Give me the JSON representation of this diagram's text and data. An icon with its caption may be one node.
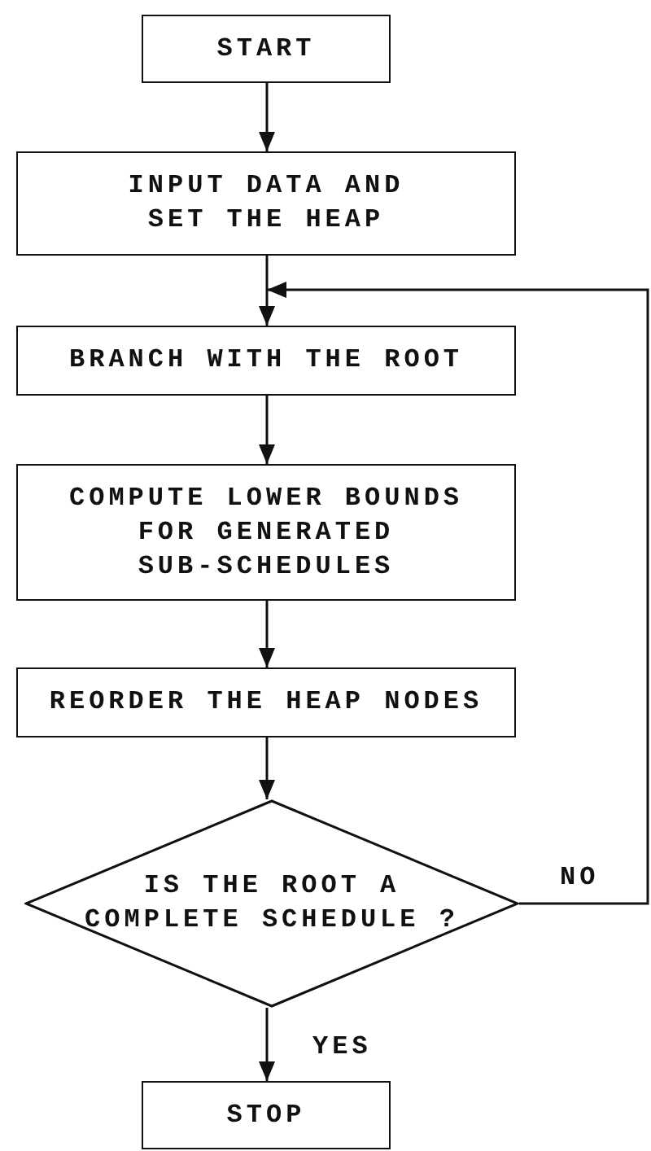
{
  "diagram": {
    "nodes": [
      {
        "text": [
          "START"
        ]
      },
      {
        "text": [
          "INPUT DATA AND SET THE HEAP"
        ]
      },
      {
        "text": [
          "BRANCH WITH THE ROOT"
        ]
      },
      {
        "text": [
          "COMPUTE LOWER BOUNDS FOR GENERATED SUB-SCHEDULES"
        ]
      },
      {
        "text": [
          "REORDER THE HEAP NODES"
        ]
      },
      {
        "text": [
          "IS THE ROOT A COMPLETE SCHEDULE ?"
        ]
      },
      {
        "text": [
          "STOP"
        ]
      }
    ],
    "edges": [
      {
        "from": 0,
        "to": 1,
        "arrow": "to"
      },
      {
        "from": 1,
        "to": 2,
        "arrow": "to"
      },
      {
        "from": 2,
        "to": 3,
        "arrow": "to"
      },
      {
        "from": 3,
        "to": 4,
        "arrow": "to"
      },
      {
        "from": 4,
        "to": 5,
        "arrow": "to"
      },
      {
        "from": 5,
        "to": 6,
        "arrow": "to",
        "label": "YES"
      },
      {
        "from": 5,
        "to": 2,
        "arrow": "to",
        "label": "NO"
      }
    ]
  }
}
